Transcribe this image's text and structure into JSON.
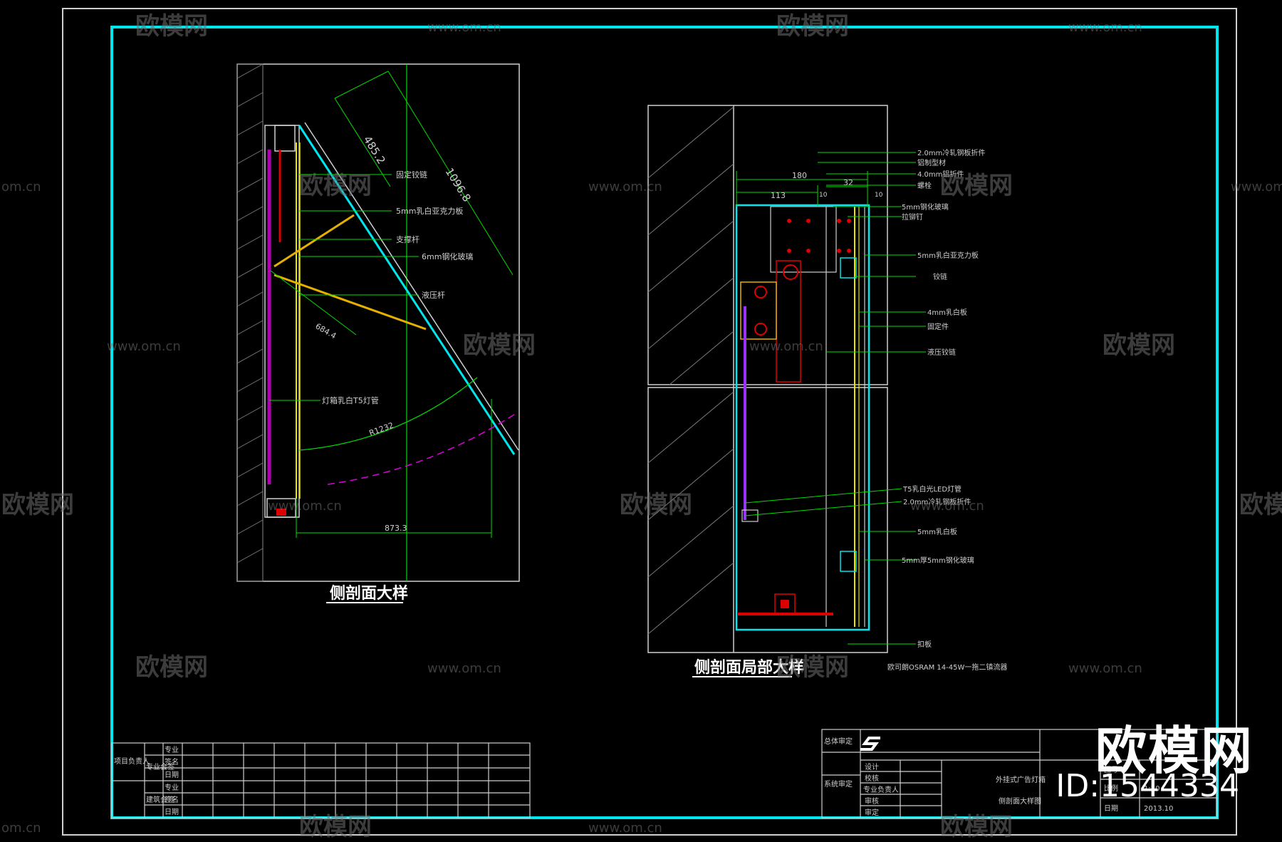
{
  "watermark": {
    "brand": "欧模网",
    "url": "www.om.cn",
    "url_short": "om.cn",
    "id": "ID:1544334"
  },
  "left_detail": {
    "title": "侧剖面大样",
    "dims": [
      "485.2",
      "1096.8",
      "684.4",
      "873.3",
      "R1232"
    ],
    "labels": [
      "固定铰链",
      "5mm乳白亚克力板",
      "支撑杆",
      "6mm钢化玻璃",
      "液压杆",
      "灯箱乳白T5灯管"
    ]
  },
  "right_detail": {
    "title": "侧剖面局部大样",
    "dims": [
      "180",
      "113",
      "32",
      "10",
      "10"
    ],
    "labels": [
      "2.0mm冷轧钢板折件",
      "铝制型材",
      "4.0mm铝折件",
      "螺栓",
      "5mm钢化玻璃",
      "拉铆钉",
      "5mm乳白亚克力板",
      "铰链",
      "4mm乳白板",
      "固定件",
      "液压铰链",
      "T5乳白光LED灯管",
      "2.0mm冷轧钢板折件",
      "5mm乳白板",
      "5mm厚5mm钢化玻璃",
      "扣板",
      "欧司朗OSRAM 14-45W一拖二镇流器"
    ]
  },
  "title_block_left": {
    "labels": [
      "项目负责人",
      "专业会签",
      "专业",
      "签名",
      "日期",
      "建筑会签",
      "专业",
      "签名",
      "日期"
    ]
  },
  "title_block_right": {
    "labels": [
      "总体审定",
      "系统审定",
      "设计",
      "校核",
      "专业负责人",
      "审核",
      "审定"
    ],
    "project": "外挂式广告灯箱",
    "drawing": "侧剖面大样图",
    "fields": [
      "图号",
      "比例",
      "日期"
    ],
    "values": [
      "",
      "1:20",
      "2013.10"
    ]
  },
  "colors": {
    "frame": "#00e5ee",
    "dim_line": "#00dd00",
    "hatch": "#9a9a9a",
    "yellow": "#e6e600",
    "magenta": "#dd00dd",
    "red": "#dd0000"
  }
}
